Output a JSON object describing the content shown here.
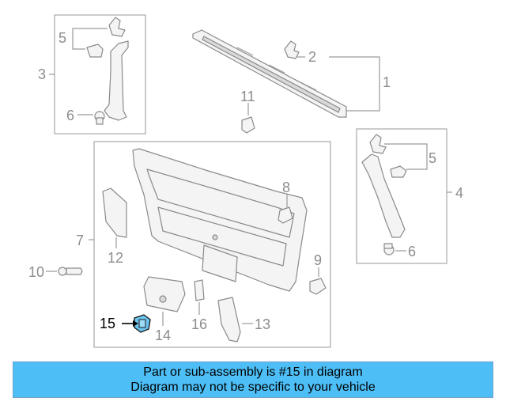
{
  "colors": {
    "banner_background": "#4dbef6",
    "highlight_part": "#6cc6f2",
    "line_gray": "#8a8a8a",
    "callout_gray": "#8c8c8c"
  },
  "callouts": {
    "c1": "1",
    "c2": "2",
    "c3": "3",
    "c4": "4",
    "c5a": "5",
    "c5b": "5",
    "c6a": "6",
    "c6b": "6",
    "c7": "7",
    "c8": "8",
    "c9": "9",
    "c10": "10",
    "c11": "11",
    "c12": "12",
    "c13": "13",
    "c14": "14",
    "c15": "15",
    "c16": "16"
  },
  "highlighted_part": "15",
  "banner": {
    "line1": "Part or sub-assembly is #15 in diagram",
    "line2": "Diagram may not be specific to your vehicle"
  }
}
